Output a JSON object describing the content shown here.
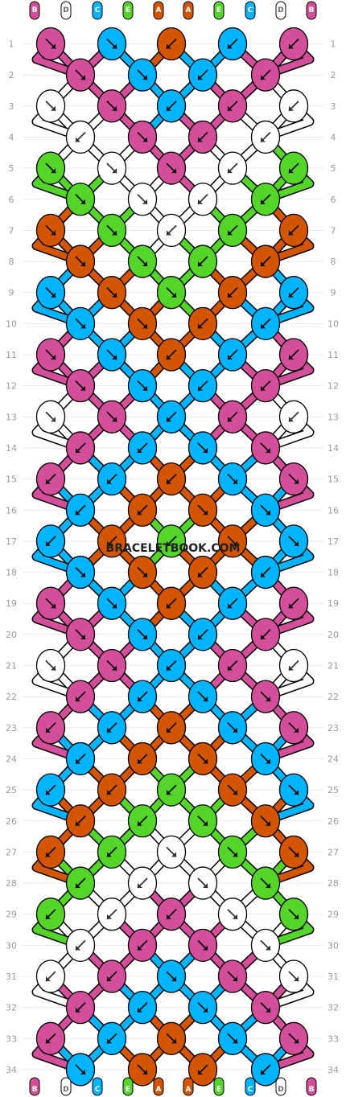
{
  "watermark": "BRACELETBOOK.COM",
  "colors": {
    "A": "#d45500",
    "B": "#d44f99",
    "C": "#00b4ff",
    "D": "#ffffff",
    "E": "#55d42a"
  },
  "strings_top": [
    "B",
    "D",
    "C",
    "E",
    "A",
    "A",
    "E",
    "C",
    "D",
    "B"
  ],
  "strings_bottom": [
    "B",
    "D",
    "C",
    "E",
    "A",
    "A",
    "E",
    "C",
    "D",
    "B"
  ],
  "row_count": 34,
  "rows": [
    {
      "n": "1",
      "knots": [
        {
          "c": "B",
          "a": "se"
        },
        {
          "c": "C",
          "a": "se"
        },
        {
          "c": "A",
          "a": "sw"
        },
        {
          "c": "C",
          "a": "sw"
        },
        {
          "c": "B",
          "a": "sw"
        }
      ]
    },
    {
      "n": "2",
      "knots": [
        {
          "c": "B",
          "a": "se"
        },
        {
          "c": "C",
          "a": "se"
        },
        {
          "c": "C",
          "a": "sw"
        },
        {
          "c": "B",
          "a": "sw"
        }
      ]
    },
    {
      "n": "3",
      "knots": [
        {
          "c": "D",
          "a": "se"
        },
        {
          "c": "B",
          "a": "se"
        },
        {
          "c": "C",
          "a": "sw"
        },
        {
          "c": "B",
          "a": "sw"
        },
        {
          "c": "D",
          "a": "sw"
        }
      ]
    },
    {
      "n": "4",
      "knots": [
        {
          "c": "D",
          "a": "sw"
        },
        {
          "c": "B",
          "a": "se"
        },
        {
          "c": "B",
          "a": "sw"
        },
        {
          "c": "D",
          "a": "sw"
        }
      ]
    },
    {
      "n": "5",
      "knots": [
        {
          "c": "E",
          "a": "se"
        },
        {
          "c": "D",
          "a": "se"
        },
        {
          "c": "B",
          "a": "se"
        },
        {
          "c": "D",
          "a": "sw"
        },
        {
          "c": "E",
          "a": "sw"
        }
      ]
    },
    {
      "n": "6",
      "knots": [
        {
          "c": "E",
          "a": "se"
        },
        {
          "c": "D",
          "a": "se"
        },
        {
          "c": "D",
          "a": "sw"
        },
        {
          "c": "E",
          "a": "sw"
        }
      ]
    },
    {
      "n": "7",
      "knots": [
        {
          "c": "A",
          "a": "se"
        },
        {
          "c": "E",
          "a": "se"
        },
        {
          "c": "D",
          "a": "sw"
        },
        {
          "c": "E",
          "a": "sw"
        },
        {
          "c": "A",
          "a": "sw"
        }
      ]
    },
    {
      "n": "8",
      "knots": [
        {
          "c": "A",
          "a": "se"
        },
        {
          "c": "E",
          "a": "se"
        },
        {
          "c": "E",
          "a": "sw"
        },
        {
          "c": "A",
          "a": "sw"
        }
      ]
    },
    {
      "n": "9",
      "knots": [
        {
          "c": "C",
          "a": "se"
        },
        {
          "c": "A",
          "a": "se"
        },
        {
          "c": "E",
          "a": "se"
        },
        {
          "c": "A",
          "a": "sw"
        },
        {
          "c": "C",
          "a": "sw"
        }
      ]
    },
    {
      "n": "10",
      "knots": [
        {
          "c": "C",
          "a": "se"
        },
        {
          "c": "A",
          "a": "se"
        },
        {
          "c": "A",
          "a": "sw"
        },
        {
          "c": "C",
          "a": "sw"
        }
      ]
    },
    {
      "n": "11",
      "knots": [
        {
          "c": "B",
          "a": "se"
        },
        {
          "c": "C",
          "a": "se"
        },
        {
          "c": "A",
          "a": "sw"
        },
        {
          "c": "C",
          "a": "sw"
        },
        {
          "c": "B",
          "a": "sw"
        }
      ]
    },
    {
      "n": "12",
      "knots": [
        {
          "c": "B",
          "a": "se"
        },
        {
          "c": "C",
          "a": "se"
        },
        {
          "c": "C",
          "a": "sw"
        },
        {
          "c": "B",
          "a": "sw"
        }
      ]
    },
    {
      "n": "13",
      "knots": [
        {
          "c": "D",
          "a": "se"
        },
        {
          "c": "B",
          "a": "se"
        },
        {
          "c": "C",
          "a": "sw"
        },
        {
          "c": "B",
          "a": "sw"
        },
        {
          "c": "D",
          "a": "sw"
        }
      ]
    },
    {
      "n": "14",
      "knots": [
        {
          "c": "B",
          "a": "sw"
        },
        {
          "c": "C",
          "a": "sw"
        },
        {
          "c": "C",
          "a": "se"
        },
        {
          "c": "B",
          "a": "se"
        }
      ]
    },
    {
      "n": "15",
      "knots": [
        {
          "c": "B",
          "a": "sw"
        },
        {
          "c": "C",
          "a": "sw"
        },
        {
          "c": "A",
          "a": "sw"
        },
        {
          "c": "C",
          "a": "se"
        },
        {
          "c": "B",
          "a": "se"
        }
      ]
    },
    {
      "n": "16",
      "knots": [
        {
          "c": "C",
          "a": "sw"
        },
        {
          "c": "A",
          "a": "sw"
        },
        {
          "c": "A",
          "a": "se"
        },
        {
          "c": "C",
          "a": "se"
        }
      ]
    },
    {
      "n": "17",
      "knots": [
        {
          "c": "C",
          "a": "sw"
        },
        {
          "c": "A",
          "a": "sw"
        },
        {
          "c": "E",
          "a": "sw"
        },
        {
          "c": "A",
          "a": "se"
        },
        {
          "c": "C",
          "a": "se"
        }
      ]
    },
    {
      "n": "18",
      "knots": [
        {
          "c": "C",
          "a": "se"
        },
        {
          "c": "A",
          "a": "se"
        },
        {
          "c": "A",
          "a": "sw"
        },
        {
          "c": "C",
          "a": "sw"
        }
      ]
    },
    {
      "n": "19",
      "knots": [
        {
          "c": "B",
          "a": "se"
        },
        {
          "c": "C",
          "a": "se"
        },
        {
          "c": "A",
          "a": "sw"
        },
        {
          "c": "C",
          "a": "sw"
        },
        {
          "c": "B",
          "a": "sw"
        }
      ]
    },
    {
      "n": "20",
      "knots": [
        {
          "c": "B",
          "a": "se"
        },
        {
          "c": "C",
          "a": "se"
        },
        {
          "c": "C",
          "a": "sw"
        },
        {
          "c": "B",
          "a": "sw"
        }
      ]
    },
    {
      "n": "21",
      "knots": [
        {
          "c": "D",
          "a": "se"
        },
        {
          "c": "B",
          "a": "se"
        },
        {
          "c": "C",
          "a": "sw"
        },
        {
          "c": "B",
          "a": "sw"
        },
        {
          "c": "D",
          "a": "sw"
        }
      ]
    },
    {
      "n": "22",
      "knots": [
        {
          "c": "B",
          "a": "sw"
        },
        {
          "c": "C",
          "a": "sw"
        },
        {
          "c": "C",
          "a": "se"
        },
        {
          "c": "B",
          "a": "se"
        }
      ]
    },
    {
      "n": "23",
      "knots": [
        {
          "c": "B",
          "a": "sw"
        },
        {
          "c": "C",
          "a": "sw"
        },
        {
          "c": "A",
          "a": "sw"
        },
        {
          "c": "C",
          "a": "se"
        },
        {
          "c": "B",
          "a": "se"
        }
      ]
    },
    {
      "n": "24",
      "knots": [
        {
          "c": "C",
          "a": "sw"
        },
        {
          "c": "A",
          "a": "sw"
        },
        {
          "c": "A",
          "a": "se"
        },
        {
          "c": "C",
          "a": "se"
        }
      ]
    },
    {
      "n": "25",
      "knots": [
        {
          "c": "C",
          "a": "sw"
        },
        {
          "c": "A",
          "a": "sw"
        },
        {
          "c": "E",
          "a": "sw"
        },
        {
          "c": "A",
          "a": "se"
        },
        {
          "c": "C",
          "a": "se"
        }
      ]
    },
    {
      "n": "26",
      "knots": [
        {
          "c": "A",
          "a": "sw"
        },
        {
          "c": "E",
          "a": "sw"
        },
        {
          "c": "E",
          "a": "se"
        },
        {
          "c": "A",
          "a": "se"
        }
      ]
    },
    {
      "n": "27",
      "knots": [
        {
          "c": "A",
          "a": "sw"
        },
        {
          "c": "E",
          "a": "sw"
        },
        {
          "c": "D",
          "a": "se"
        },
        {
          "c": "E",
          "a": "se"
        },
        {
          "c": "A",
          "a": "se"
        }
      ]
    },
    {
      "n": "28",
      "knots": [
        {
          "c": "E",
          "a": "sw"
        },
        {
          "c": "D",
          "a": "sw"
        },
        {
          "c": "D",
          "a": "se"
        },
        {
          "c": "E",
          "a": "se"
        }
      ]
    },
    {
      "n": "29",
      "knots": [
        {
          "c": "E",
          "a": "sw"
        },
        {
          "c": "D",
          "a": "sw"
        },
        {
          "c": "B",
          "a": "sw"
        },
        {
          "c": "D",
          "a": "se"
        },
        {
          "c": "E",
          "a": "se"
        }
      ]
    },
    {
      "n": "30",
      "knots": [
        {
          "c": "D",
          "a": "sw"
        },
        {
          "c": "B",
          "a": "sw"
        },
        {
          "c": "B",
          "a": "se"
        },
        {
          "c": "D",
          "a": "se"
        }
      ]
    },
    {
      "n": "31",
      "knots": [
        {
          "c": "D",
          "a": "sw"
        },
        {
          "c": "B",
          "a": "sw"
        },
        {
          "c": "C",
          "a": "se"
        },
        {
          "c": "B",
          "a": "se"
        },
        {
          "c": "D",
          "a": "se"
        }
      ]
    },
    {
      "n": "32",
      "knots": [
        {
          "c": "B",
          "a": "sw"
        },
        {
          "c": "C",
          "a": "sw"
        },
        {
          "c": "C",
          "a": "se"
        },
        {
          "c": "B",
          "a": "se"
        }
      ]
    },
    {
      "n": "33",
      "knots": [
        {
          "c": "B",
          "a": "sw"
        },
        {
          "c": "C",
          "a": "sw"
        },
        {
          "c": "A",
          "a": "se"
        },
        {
          "c": "C",
          "a": "se"
        },
        {
          "c": "B",
          "a": "se"
        }
      ]
    },
    {
      "n": "34",
      "knots": [
        {
          "c": "C",
          "a": "se"
        },
        {
          "c": "A",
          "a": "se"
        },
        {
          "c": "A",
          "a": "sw"
        },
        {
          "c": "C",
          "a": "sw"
        }
      ]
    }
  ]
}
